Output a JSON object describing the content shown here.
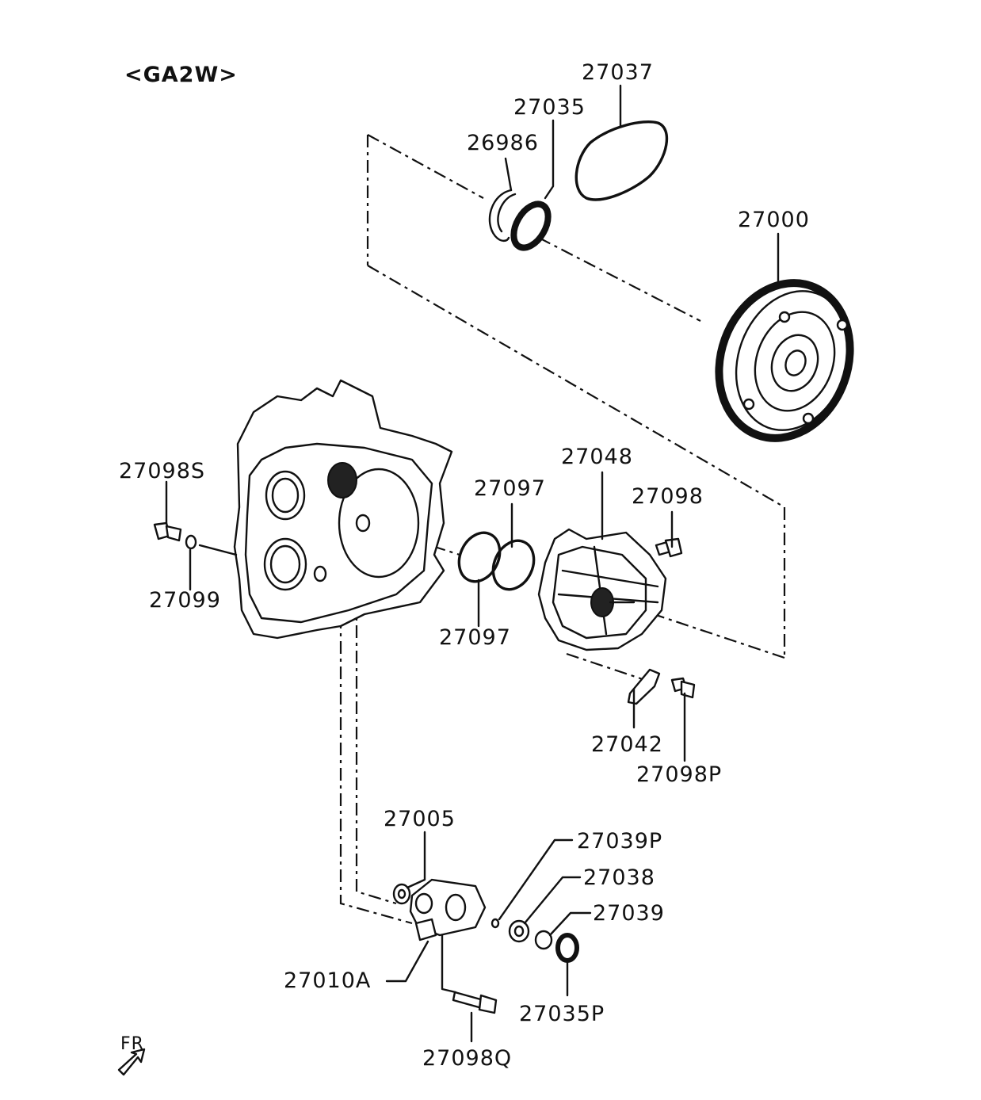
{
  "model_code": "<GA2W>",
  "direction_label": "FR",
  "part_labels": {
    "p27037": "27037",
    "p27035": "27035",
    "p26986": "26986",
    "p27000": "27000",
    "p27048": "27048",
    "p27097a": "27097",
    "p27098": "27098",
    "p27098S": "27098S",
    "p27099": "27099",
    "p27097b": "27097",
    "p27042": "27042",
    "p27098P": "27098P",
    "p27005": "27005",
    "p27039P": "27039P",
    "p27038": "27038",
    "p27039": "27039",
    "p27010A": "27010A",
    "p27035P": "27035P",
    "p27098Q": "27098Q"
  },
  "icons": {
    "direction_arrow": "fr-arrow-icon"
  }
}
